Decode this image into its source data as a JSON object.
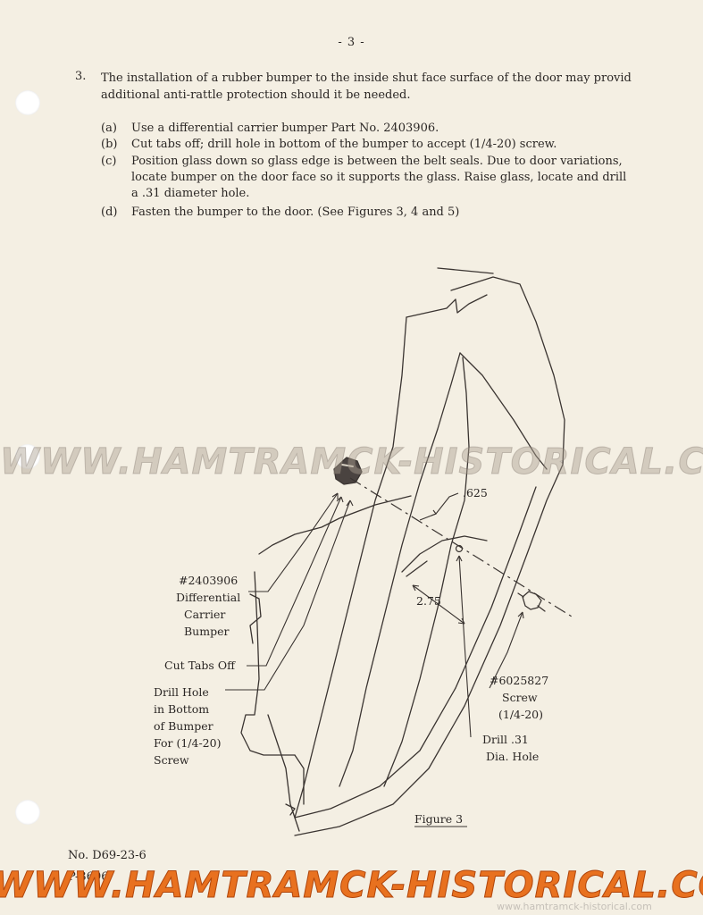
{
  "page_number": "- 3 -",
  "item": {
    "number": "3.",
    "text": "The installation of a rubber bumper to the inside shut face surface of the door may provid\nadditional anti-rattle protection should it be needed."
  },
  "steps": [
    {
      "letter": "(a)",
      "text": "Use a differential carrier bumper Part No. 2403906."
    },
    {
      "letter": "(b)",
      "text": "Cut tabs off; drill hole in bottom of the bumper to accept (1/4-20) screw."
    },
    {
      "letter": "(c)",
      "text": "Position glass down so glass edge is between the belt seals. Due to door variations,\nlocate bumper on the door face so it supports the glass. Raise glass, locate and drill\na .31 diameter hole."
    },
    {
      "letter": "(d)",
      "text": "Fasten the bumper to the door. (See Figures 3, 4 and 5)"
    }
  ],
  "figure": {
    "caption": "Figure 3",
    "dim_625": ".625",
    "dim_275": "2.75",
    "bumper_label": [
      "#2403906",
      "Differential",
      "Carrier",
      "Bumper"
    ],
    "cut_tabs_label": "Cut Tabs Off",
    "drill_bottom_label": [
      "Drill Hole",
      "in Bottom",
      "of Bumper",
      "For (1/4-20)",
      "Screw"
    ],
    "screw_label": [
      "#6025827",
      "Screw",
      "(1/4-20)"
    ],
    "drill_hole_label": [
      "Drill .31",
      "Dia. Hole"
    ]
  },
  "footer": {
    "doc_no": "No. D69-23-6",
    "part_no": "P-3696"
  },
  "watermarks": {
    "middle": "WWW.HAMTRAMCK-HISTORICAL.COM",
    "bottom": "WWW.HAMTRAMCK-HISTORICAL.COM",
    "small": "www.hamtramck-historical.com"
  },
  "colors": {
    "paper": "#f4efe3",
    "ink": "#2a2624",
    "watermark_orange": "#e8711f"
  }
}
